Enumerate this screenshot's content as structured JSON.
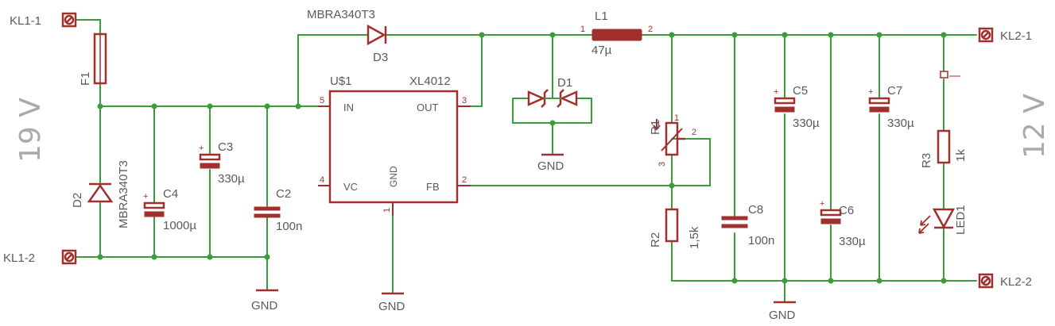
{
  "colors": {
    "wire": "#3a9d3a",
    "part": "#a0302c",
    "label": "#5a5a5a",
    "big": "#aaaaaa"
  },
  "labels": {
    "kl1_1": "KL1-1",
    "kl1_2": "KL1-2",
    "kl2_1": "KL2-1",
    "kl2_2": "KL2-2",
    "f1": "F1",
    "d2": "D2",
    "d2_value": "MBRA340T3",
    "c4": "C4",
    "c4_value": "1000µ",
    "c3": "C3",
    "c3_value": "330µ",
    "c2": "C2",
    "c2_value": "100n",
    "d3_value": "MBRA340T3",
    "d3": "D3",
    "u1": "U$1",
    "u1_value": "XL4012",
    "pin_in": "IN",
    "pin_out": "OUT",
    "pin_vc": "VC",
    "pin_fb": "FB",
    "pin_gnd": "GND",
    "pn5": "5",
    "pn3": "3",
    "pn4": "4",
    "pn2": "2",
    "pn1": "1",
    "l1": "L1",
    "l1_value": "47µ",
    "l1_p1": "1",
    "l1_p2": "2",
    "d1": "D1",
    "r1": "R1",
    "r1_p1": "1",
    "r1_p2": "2",
    "r1_p3": "3",
    "r2": "R2",
    "r2_value": "1,5k",
    "c8": "C8",
    "c8_value": "100n",
    "c5": "C5",
    "c5_value": "330µ",
    "c6": "C6",
    "c6_value": "330µ",
    "c7": "C7",
    "c7_value": "330µ",
    "r3": "R3",
    "r3_value": "1k",
    "led1": "LED1",
    "gnd_c2": "GND",
    "gnd_u1": "GND",
    "gnd_d1": "GND",
    "gnd_out": "GND",
    "vin": "19 V",
    "vout": "12 V"
  }
}
